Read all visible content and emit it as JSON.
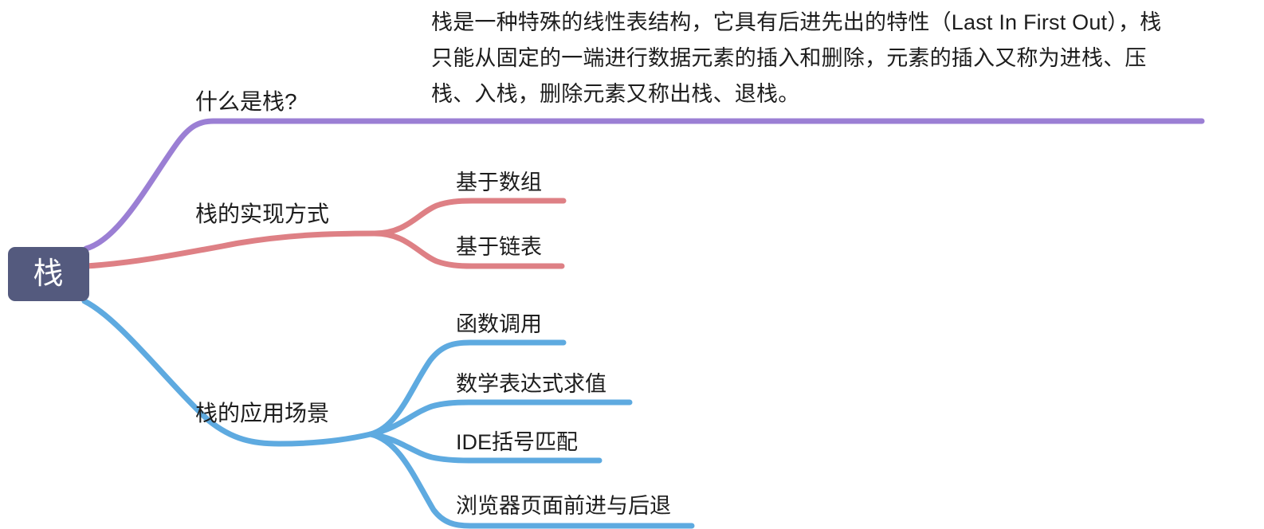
{
  "diagram": {
    "type": "mindmap",
    "title": "栈",
    "root": {
      "label": "栈",
      "color": "#545a7e",
      "text_color": "#ffffff"
    },
    "branches": [
      {
        "label": "什么是栈?",
        "color": "#9b7fd4",
        "children": [],
        "note": "栈是一种特殊的线性表结构，它具有后进先出的特性（Last In First Out），栈只能从固定的一端进行数据元素的插入和删除，元素的插入又称为进栈、压栈、入栈，删除元素又称出栈、退栈。",
        "note_lines": [
          "栈是一种特殊的线性表结构，它具有后进先出的特性（Last In First Out），栈",
          "只能从固定的一端进行数据元素的插入和删除，元素的插入又称为进栈、压",
          "栈、入栈，删除元素又称出栈、退栈。"
        ]
      },
      {
        "label": "栈的实现方式",
        "color": "#de8085",
        "children": [
          {
            "label": "基于数组"
          },
          {
            "label": "基于链表"
          }
        ]
      },
      {
        "label": "栈的应用场景",
        "color": "#5eaae0",
        "children": [
          {
            "label": "函数调用"
          },
          {
            "label": "数学表达式求值"
          },
          {
            "label": "IDE括号匹配"
          },
          {
            "label": "浏览器页面前进与后退"
          }
        ]
      }
    ]
  }
}
